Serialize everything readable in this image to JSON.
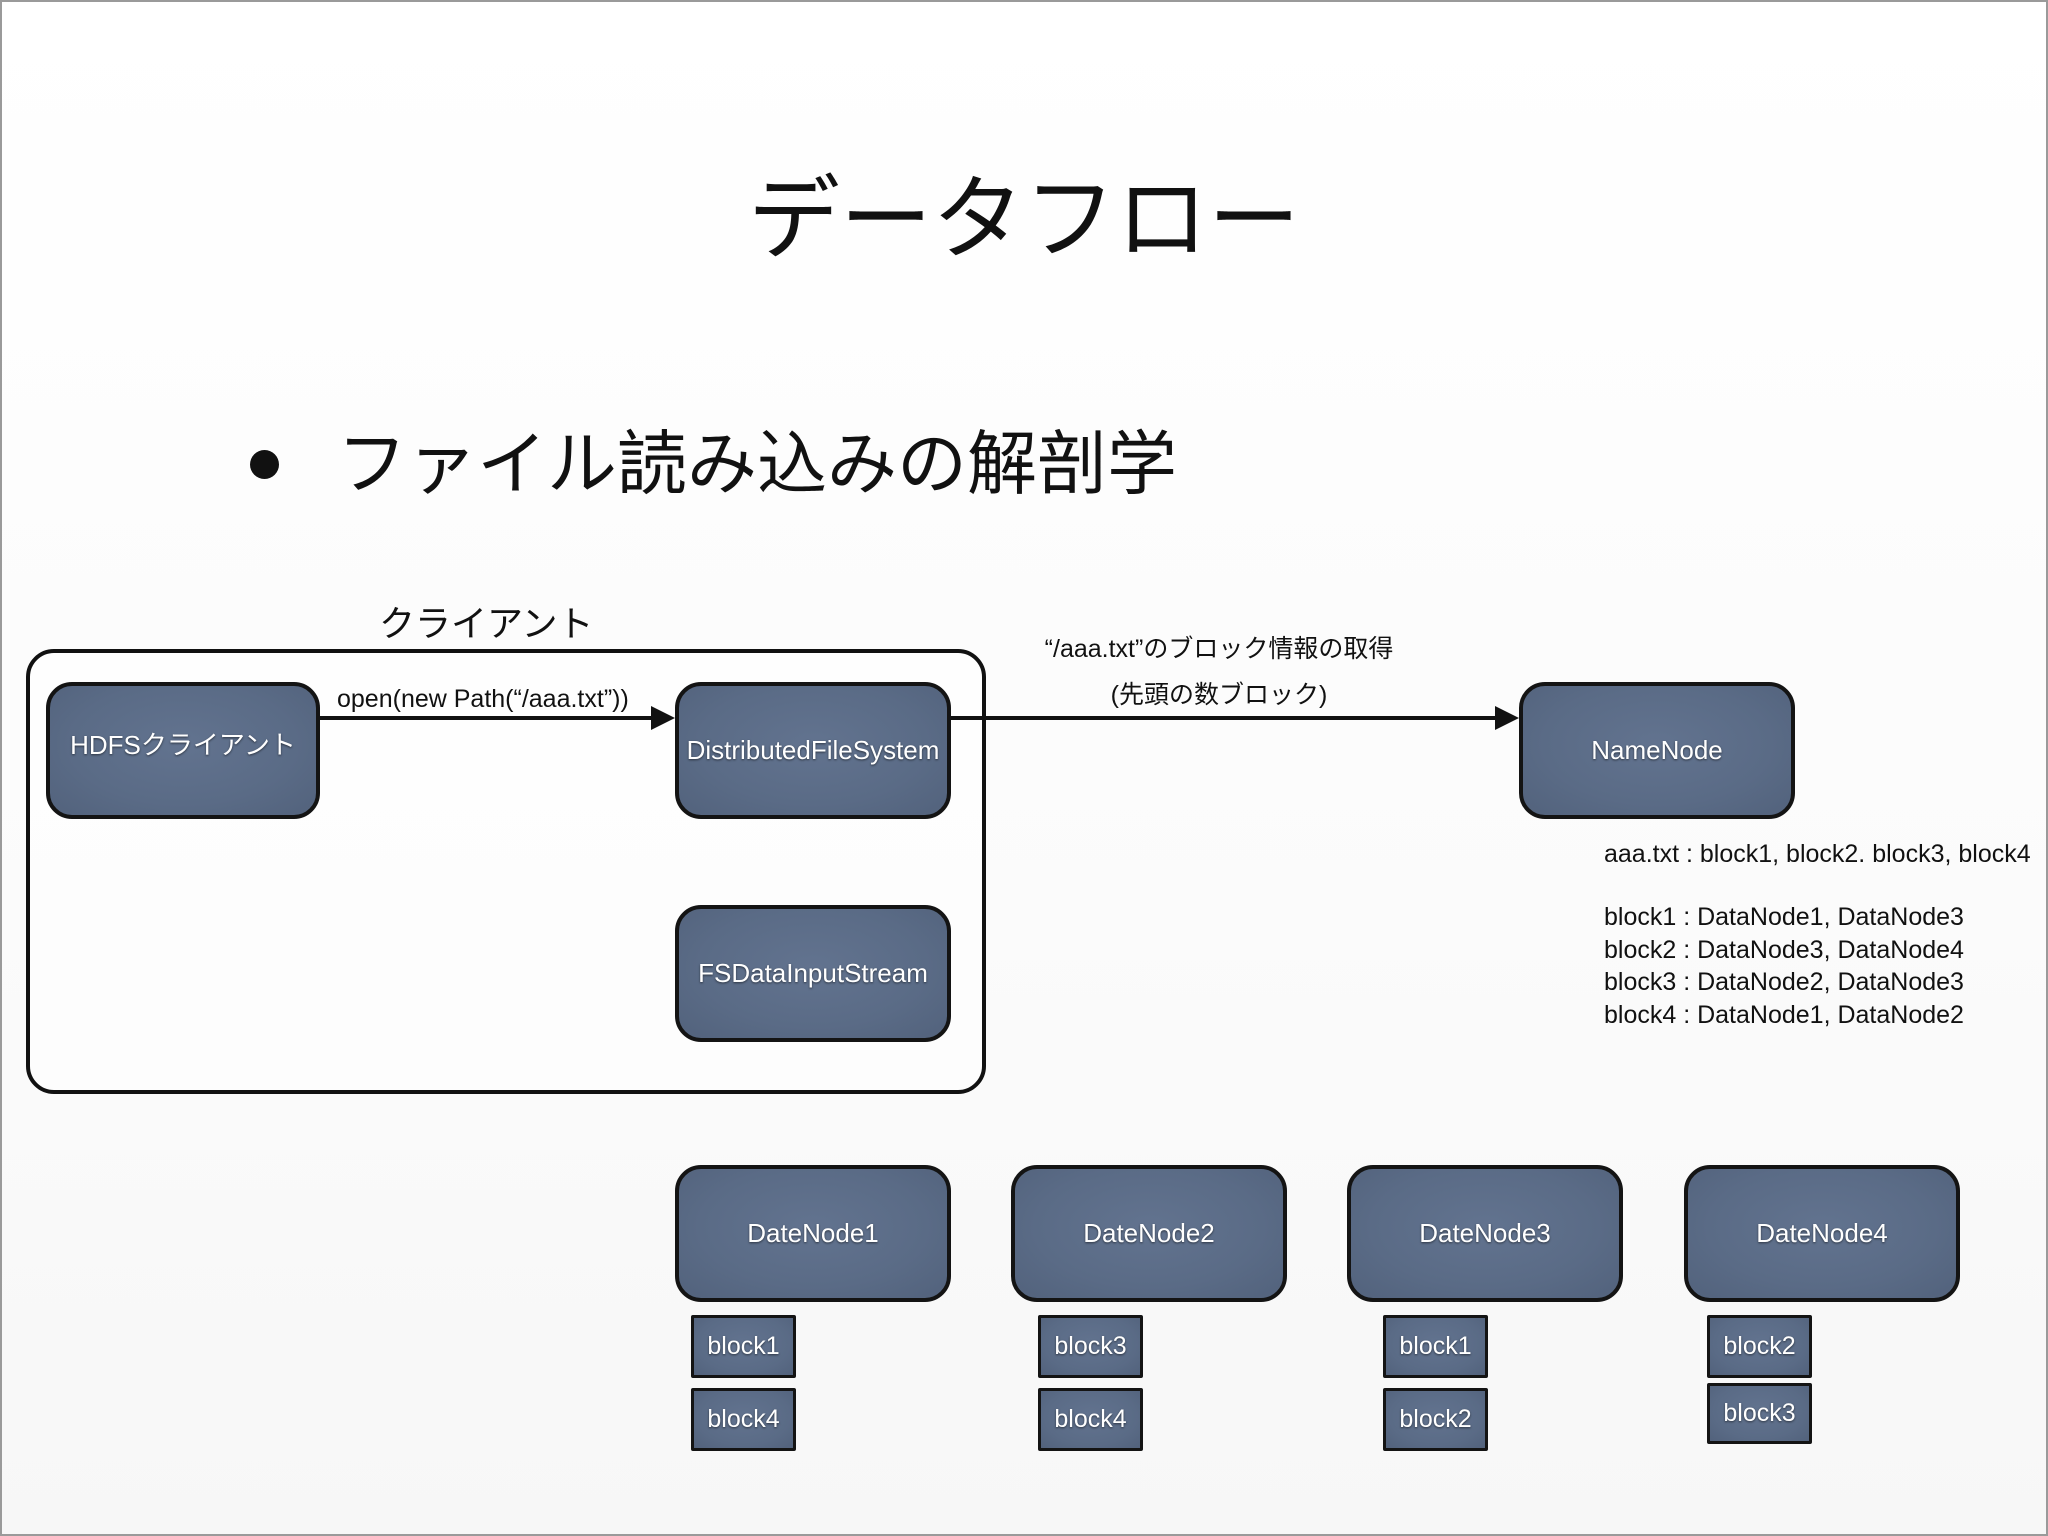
{
  "slide": {
    "title": "データフロー",
    "bullet": "ファイル読み込みの解剖学"
  },
  "diagram": {
    "client_group_label": "クライアント",
    "nodes": {
      "hdfs_client": "HDFSクライアント",
      "distributed_fs": "DistributedFileSystem",
      "fs_input_stream": "FSDataInputStream",
      "namenode": "NameNode"
    },
    "edges": {
      "open_call": "open(new Path(“/aaa.txt”))",
      "block_info_line1": "“/aaa.txt”のブロック情報の取得",
      "block_info_line2": "(先頭の数ブロック)"
    },
    "namenode_metadata": {
      "file_blocks": "aaa.txt : block1, block2. block3, block4",
      "block_locations": [
        "block1 : DataNode1, DataNode3",
        "block2 : DataNode3, DataNode4",
        "block3 : DataNode2, DataNode3",
        "block4 : DataNode1, DataNode2"
      ]
    },
    "datanodes": [
      {
        "label": "DateNode1",
        "blocks": [
          "block1",
          "block4"
        ]
      },
      {
        "label": "DateNode2",
        "blocks": [
          "block3",
          "block4"
        ]
      },
      {
        "label": "DateNode3",
        "blocks": [
          "block1",
          "block2"
        ]
      },
      {
        "label": "DateNode4",
        "blocks": [
          "block2",
          "block3"
        ]
      }
    ]
  },
  "colors": {
    "node_fill": "#5a6b86",
    "node_border": "#141414",
    "node_text": "#ffffff",
    "arrow": "#111111",
    "background": "#fcfcfc"
  }
}
